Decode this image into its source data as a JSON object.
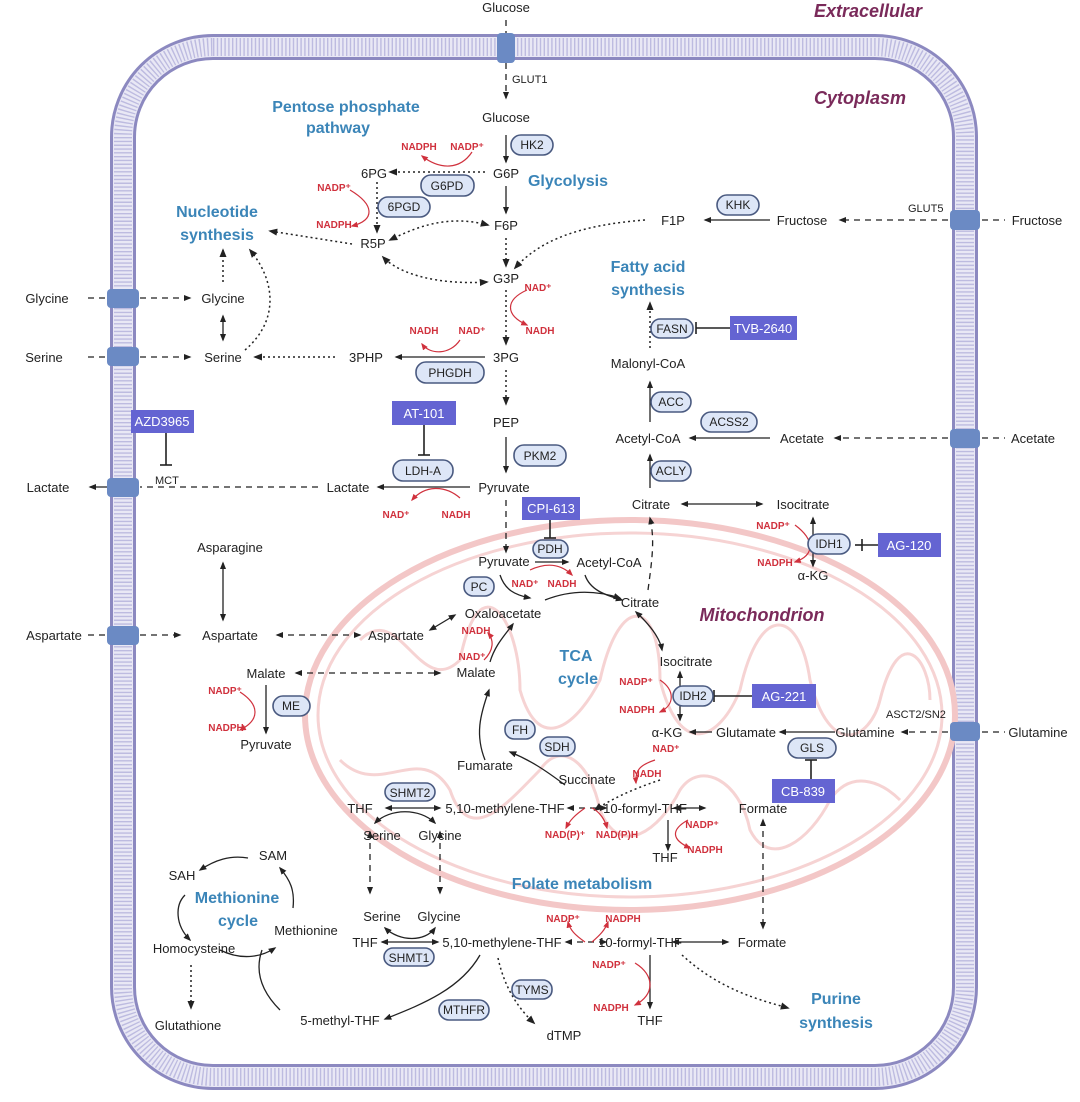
{
  "compartments": {
    "extracellular": "Extracellular",
    "cytoplasm": "Cytoplasm",
    "mitochondrion": "Mitochondrion"
  },
  "pathways": {
    "ppp_line1": "Pentose phosphate",
    "ppp_line2": "pathway",
    "glycolysis": "Glycolysis",
    "nucleotide_line1": "Nucleotide",
    "nucleotide_line2": "synthesis",
    "fatty_line1": "Fatty acid",
    "fatty_line2": "synthesis",
    "tca_line1": "TCA",
    "tca_line2": "cycle",
    "methionine_line1": "Methionine",
    "methionine_line2": "cycle",
    "folate": "Folate metabolism",
    "purine_line1": "Purine",
    "purine_line2": "synthesis"
  },
  "transporters": {
    "glut1": "GLUT1",
    "glut5": "GLUT5",
    "mct": "MCT",
    "asct2": "ASCT2/SN2"
  },
  "metabolites": {
    "glucose_ext": "Glucose",
    "glucose": "Glucose",
    "g6p": "G6P",
    "f6p": "F6P",
    "g3p": "G3P",
    "pg3": "3PG",
    "php3": "3PHP",
    "pep": "PEP",
    "pyruvate": "Pyruvate",
    "lactate": "Lactate",
    "lactate_ext": "Lactate",
    "pg6": "6PG",
    "r5p": "R5P",
    "glycine_ext": "Glycine",
    "glycine": "Glycine",
    "serine_ext": "Serine",
    "serine": "Serine",
    "fructose_ext": "Fructose",
    "fructose": "Fructose",
    "f1p": "F1P",
    "malonyl": "Malonyl-CoA",
    "acetylcoa_cyto": "Acetyl-CoA",
    "acetate": "Acetate",
    "acetate_ext": "Acetate",
    "citrate_cyto": "Citrate",
    "isocitrate_cyto": "Isocitrate",
    "akg_cyto": "α-KG",
    "asparagine": "Asparagine",
    "aspartate_ext": "Aspartate",
    "aspartate_cyto": "Aspartate",
    "aspartate_mito": "Aspartate",
    "malate_cyto": "Malate",
    "pyruvate_me": "Pyruvate",
    "pyruvate_mito": "Pyruvate",
    "acetylcoa_mito": "Acetyl-CoA",
    "oaa": "Oxaloacetate",
    "citrate_mito": "Citrate",
    "isocitrate_mito": "Isocitrate",
    "malate_mito": "Malate",
    "fumarate": "Fumarate",
    "succinate": "Succinate",
    "akg_mito": "α-KG",
    "glutamate": "Glutamate",
    "glutamine": "Glutamine",
    "glutamine_ext": "Glutamine",
    "thf_m1": "THF",
    "mthf_m": "5,10-methylene-THF",
    "fthf_m": "10-formyl-THF",
    "formate_m": "Formate",
    "serine_m": "Serine",
    "glycine_m": "Glycine",
    "thf_m2": "THF",
    "serine_c": "Serine",
    "glycine_c": "Glycine",
    "thf_c1": "THF",
    "mthf_c": "5,10-methylene-THF",
    "fthf_c": "10-formyl-THF",
    "formate_c": "Formate",
    "thf_c2": "THF",
    "dtmp": "dTMP",
    "methyl_thf": "5-methyl-THF",
    "sam": "SAM",
    "sah": "SAH",
    "homocysteine": "Homocysteine",
    "methionine": "Methionine",
    "glutathione": "Glutathione"
  },
  "cofactors": {
    "hk_nadph": "NADPH",
    "hk_nadp": "NADP⁺",
    "pgd_nadp": "NADP⁺",
    "pgd_nadph": "NADPH",
    "g3p_nad": "NAD⁺",
    "g3p_nadh": "NADH",
    "phgdh_nadh": "NADH",
    "phgdh_nad": "NAD⁺",
    "ldh_nad": "NAD⁺",
    "ldh_nadh": "NADH",
    "idh1_nadp": "NADP⁺",
    "idh1_nadph": "NADPH",
    "pdh_nad": "NAD⁺",
    "pdh_nadh": "NADH",
    "mdh_nadh": "NADH",
    "mdh_nad": "NAD⁺",
    "me_nadp": "NADP⁺",
    "me_nadph": "NADPH",
    "idh2_nadp": "NADP⁺",
    "idh2_nadph": "NADPH",
    "akg_nad": "NAD⁺",
    "akg_nadh": "NADH",
    "fm_nadp_in": "NAD(P)⁺",
    "fm_nadph_out": "NAD(P)H",
    "fm2_nadp": "NADP⁺",
    "fm2_nadph": "NADPH",
    "fc_nadp": "NADP⁺",
    "fc_nadph": "NADPH",
    "fc2_nadp": "NADP⁺",
    "fc2_nadph": "NADPH"
  },
  "enzymes": {
    "hk2": "HK2",
    "g6pd": "G6PD",
    "pgd6": "6PGD",
    "phgdh": "PHGDH",
    "pkm2": "PKM2",
    "ldha": "LDH-A",
    "khk": "KHK",
    "fasn": "FASN",
    "acc": "ACC",
    "acss2": "ACSS2",
    "acly": "ACLY",
    "idh1": "IDH1",
    "pdh": "PDH",
    "pc": "PC",
    "me": "ME",
    "fh": "FH",
    "sdh": "SDH",
    "idh2": "IDH2",
    "gls": "GLS",
    "shmt2": "SHMT2",
    "shmt1": "SHMT1",
    "mthfr": "MTHFR",
    "tyms": "TYMS"
  },
  "drugs": {
    "azd3965": "AZD3965",
    "at101": "AT-101",
    "tvb2640": "TVB-2640",
    "cpi613": "CPI-613",
    "ag120": "AG-120",
    "ag221": "AG-221",
    "cb839": "CB-839"
  },
  "colors": {
    "pathway_label": "#3b85b8",
    "compartment_label": "#7a2a5a",
    "cofactor": "#d0313d",
    "drug": "#6464d2",
    "enzyme_fill": "#dde6f7",
    "transporter": "#6b8ac4",
    "membrane": "#9a98c8",
    "mitochondrion": "#f3c7c7"
  }
}
